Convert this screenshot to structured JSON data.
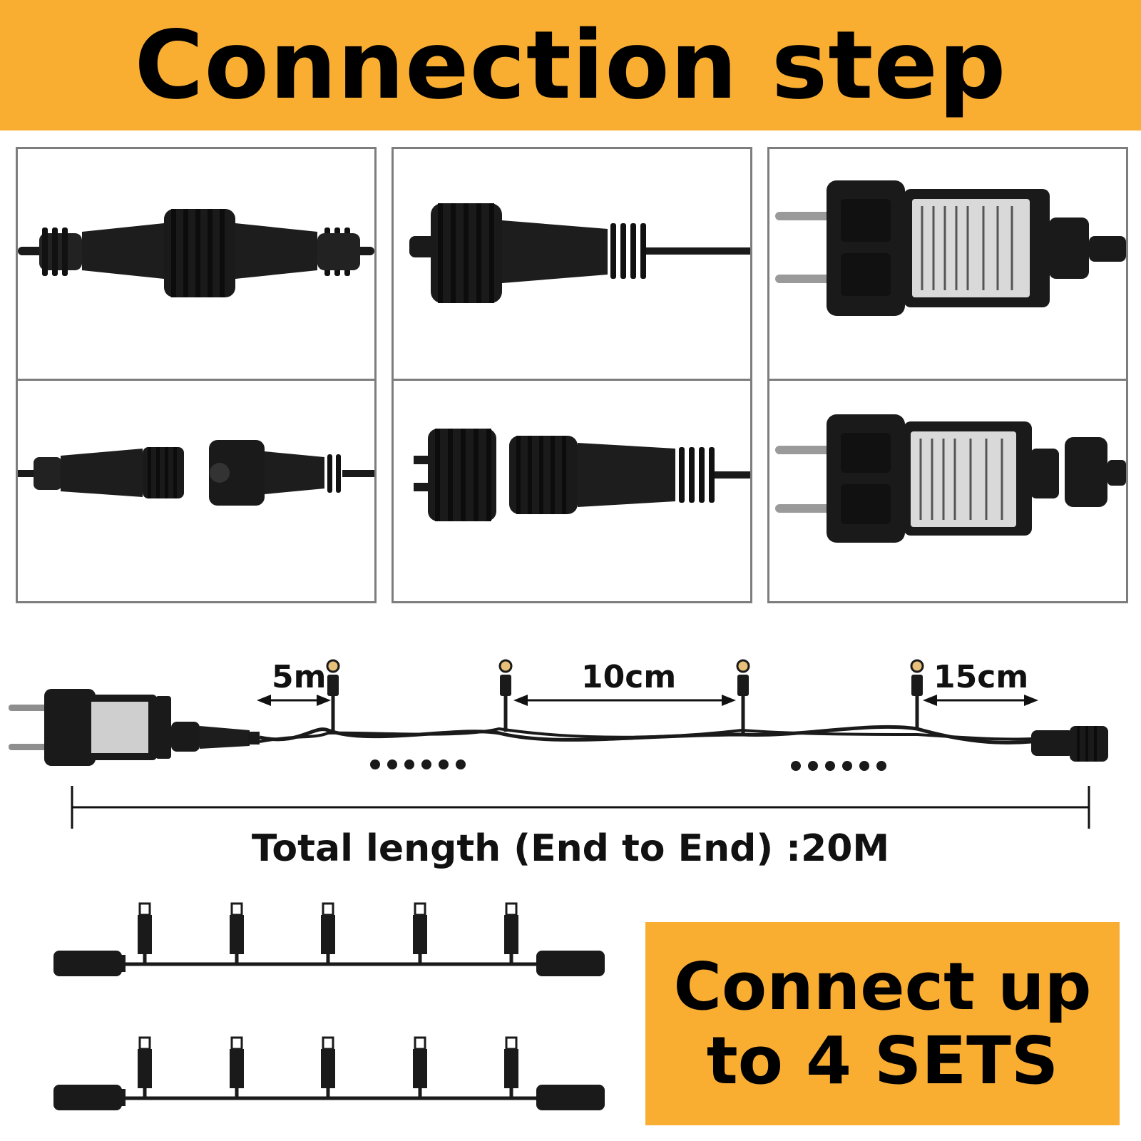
{
  "header": {
    "title": "Connection step"
  },
  "panels": [
    {
      "top": "connected inline waterproof connector",
      "bottom": "separated male and female connectors"
    },
    {
      "top": "connector with end cap fitted",
      "bottom": "end cap removed from connector"
    },
    {
      "top": "plug adapter with connector attached",
      "bottom": "plug adapter with connector detached"
    }
  ],
  "diagram": {
    "spacing_start": "5m",
    "spacing_between": "10cm",
    "spacing_end": "15cm",
    "total_length": "Total length (End to End) :20M"
  },
  "sets": {
    "line1": "Connect up",
    "line2": "to 4 SETS"
  },
  "colors": {
    "accent": "#f9ae32",
    "border": "#7d7d7d",
    "product": "#1a1a1a"
  }
}
